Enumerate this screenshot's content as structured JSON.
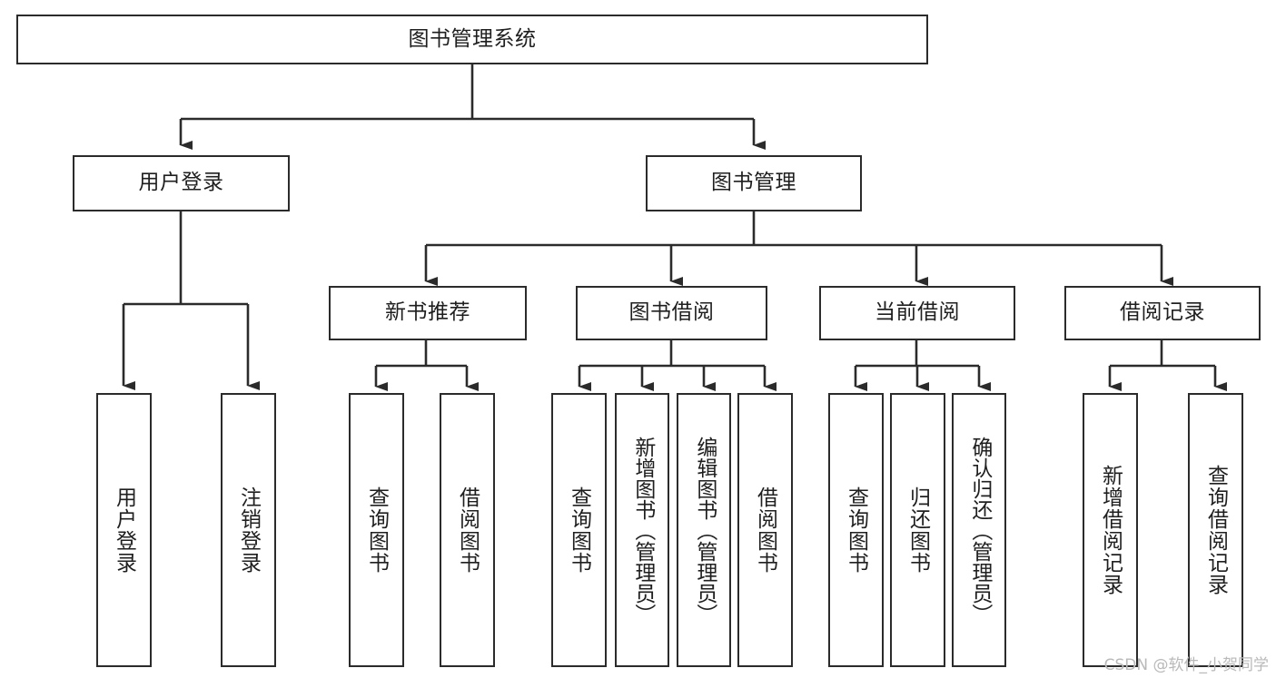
{
  "diagram": {
    "type": "hierarchy-tree",
    "title": "图书管理系统",
    "root": {
      "id": "root",
      "label": "图书管理系统"
    },
    "level2": [
      {
        "id": "user-login",
        "label": "用户登录"
      },
      {
        "id": "book-manage",
        "label": "图书管理"
      }
    ],
    "level3": [
      {
        "id": "new-book-rec",
        "label": "新书推荐",
        "parent": "book-manage"
      },
      {
        "id": "book-borrow",
        "label": "图书借阅",
        "parent": "book-manage"
      },
      {
        "id": "current-borrow",
        "label": "当前借阅",
        "parent": "book-manage"
      },
      {
        "id": "borrow-record",
        "label": "借阅记录",
        "parent": "book-manage"
      }
    ],
    "leaves": [
      {
        "id": "leaf-user-login",
        "label": "用户登录",
        "parent": "user-login"
      },
      {
        "id": "leaf-user-logout",
        "label": "注销登录",
        "parent": "user-login"
      },
      {
        "id": "leaf-query-book-1",
        "label": "查询图书",
        "parent": "new-book-rec"
      },
      {
        "id": "leaf-borrow-book-1",
        "label": "借阅图书",
        "parent": "new-book-rec"
      },
      {
        "id": "leaf-query-book-2",
        "label": "查询图书",
        "parent": "book-borrow"
      },
      {
        "id": "leaf-add-book",
        "label": "新增图书（管理员）",
        "parent": "book-borrow"
      },
      {
        "id": "leaf-edit-book",
        "label": "编辑图书（管理员）",
        "parent": "book-borrow"
      },
      {
        "id": "leaf-borrow-book-2",
        "label": "借阅图书",
        "parent": "book-borrow"
      },
      {
        "id": "leaf-query-book-3",
        "label": "查询图书",
        "parent": "current-borrow"
      },
      {
        "id": "leaf-return-book",
        "label": "归还图书",
        "parent": "current-borrow"
      },
      {
        "id": "leaf-confirm-return",
        "label": "确认归还（管理员）",
        "parent": "current-borrow"
      },
      {
        "id": "leaf-add-record",
        "label": "新增借阅记录",
        "parent": "borrow-record"
      },
      {
        "id": "leaf-query-record",
        "label": "查询借阅记录",
        "parent": "borrow-record"
      }
    ],
    "colors": {
      "stroke": "#2b2b2b",
      "fill": "#ffffff",
      "text": "#1f1f1f",
      "watermark": "#b9b9b9"
    }
  },
  "watermark": {
    "text": "CSDN @软件_小贺同学"
  }
}
